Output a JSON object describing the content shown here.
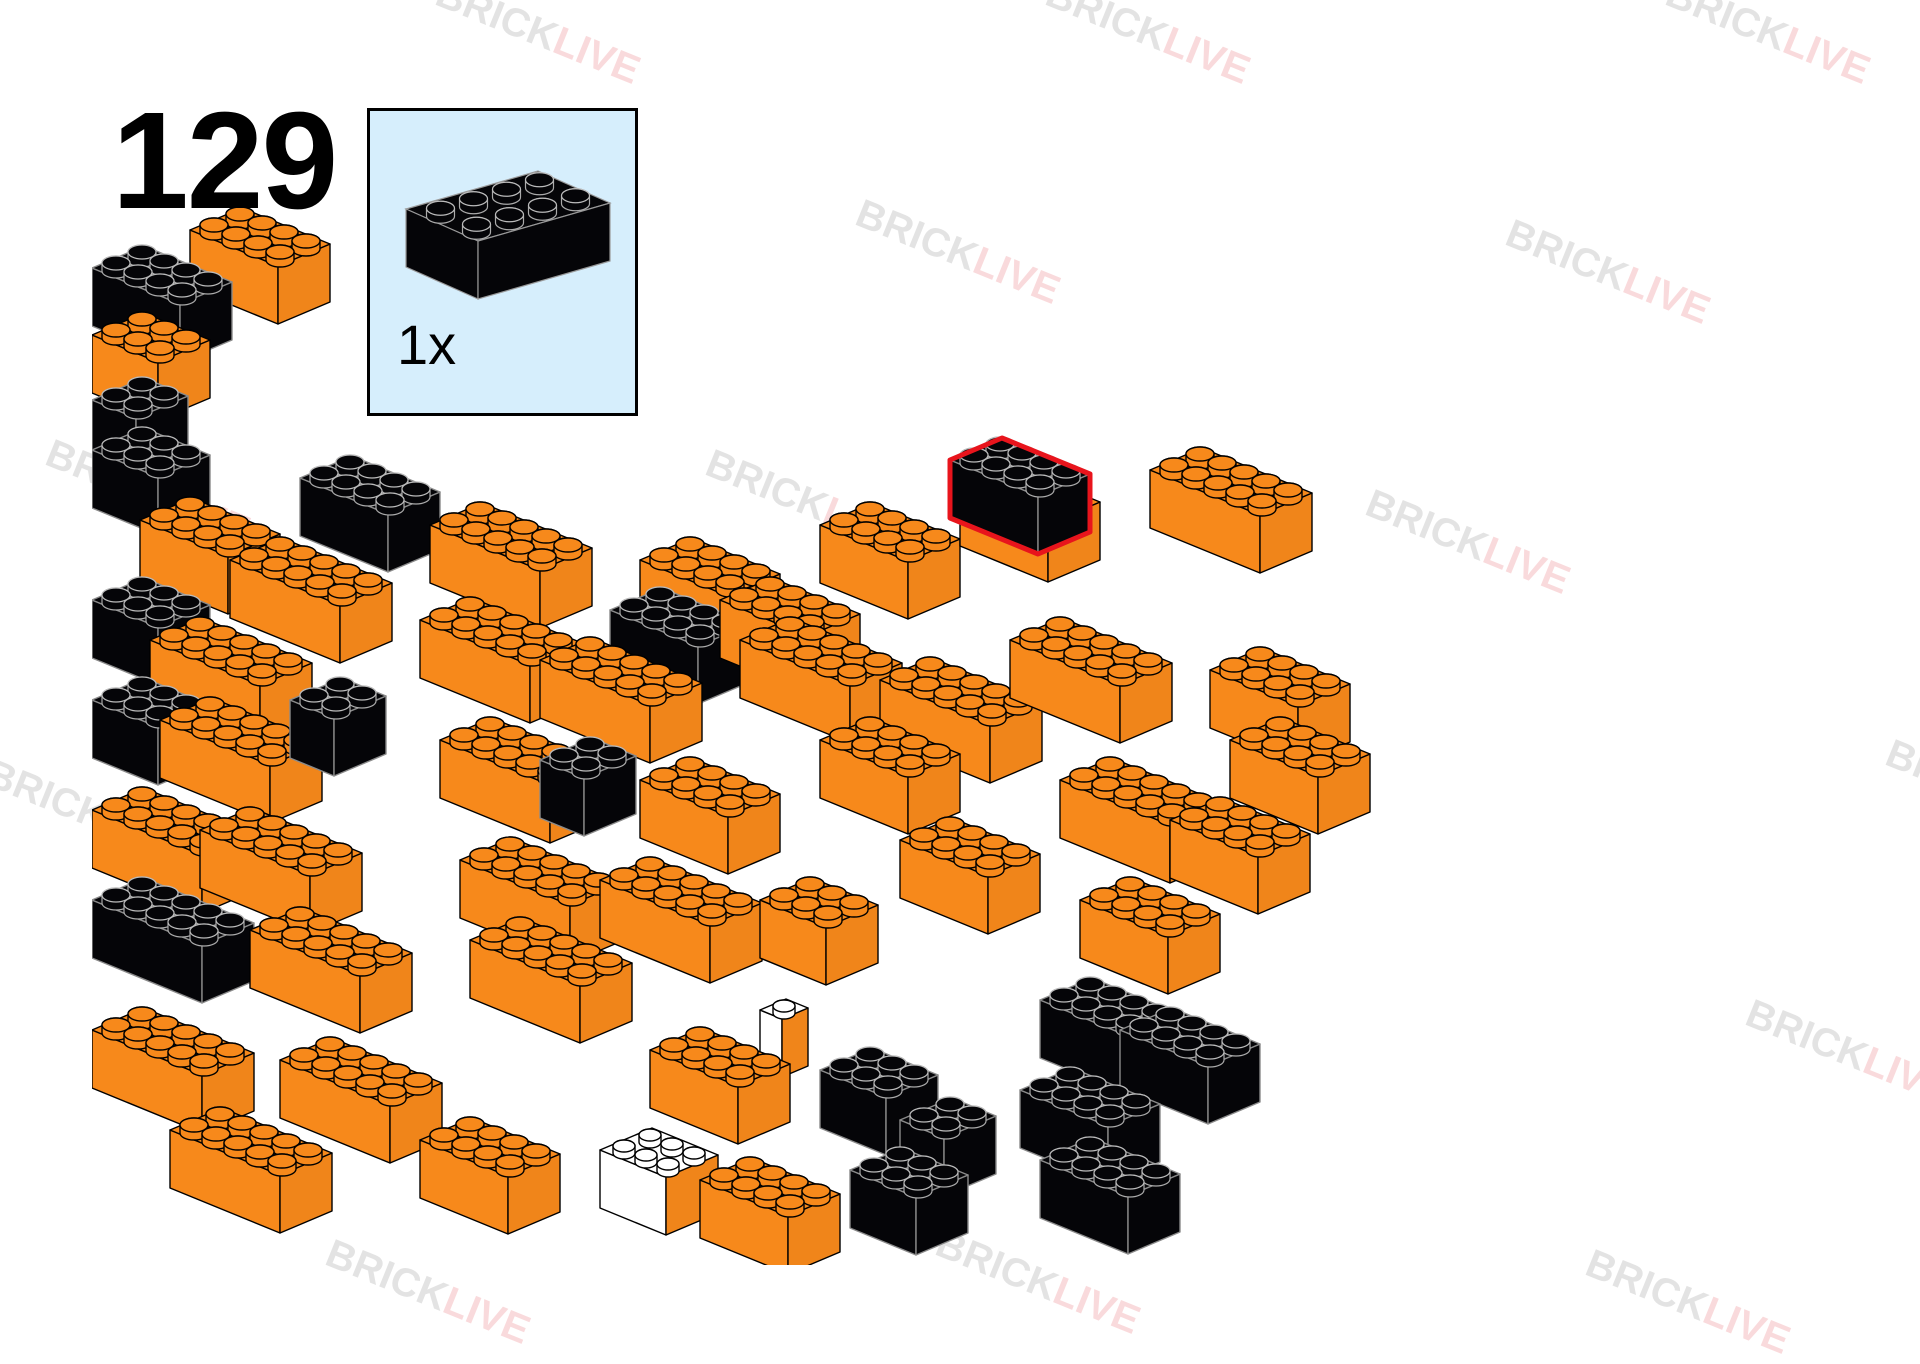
{
  "step": {
    "number": "129"
  },
  "parts_list": {
    "items": [
      {
        "part": "brick 2x4",
        "color": "black",
        "quantity": "1x"
      }
    ]
  },
  "highlight": {
    "color": "#e8141c",
    "target": "black brick 2x4"
  },
  "colors": {
    "orange": "#f7891b",
    "black": "#050508",
    "white": "#ffffff",
    "parts_bg": "#d6eefc"
  },
  "watermark": {
    "prefix": "BRICK",
    "suffix": "LIVE"
  }
}
